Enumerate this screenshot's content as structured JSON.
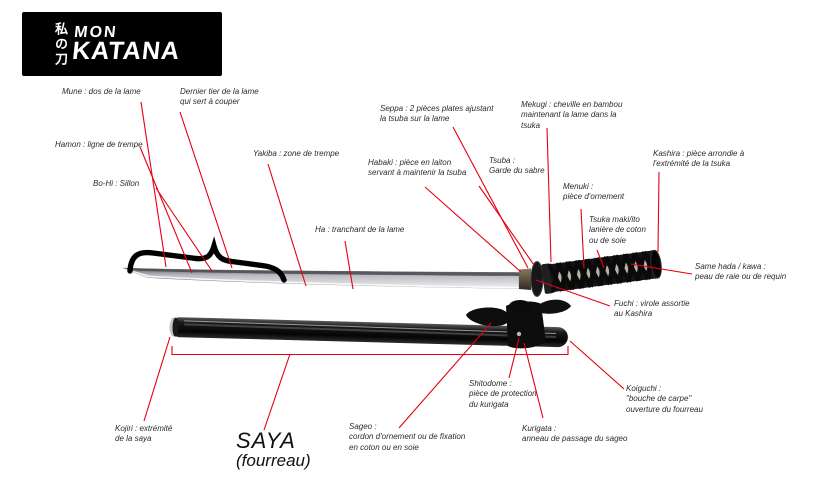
{
  "logo": {
    "kanji": "私の刀",
    "word1": "MON",
    "word2": "KATANA"
  },
  "colors": {
    "annotation_red": "#e60012",
    "logo_bg": "#000000",
    "blade_silver": "#c9c9cc"
  },
  "labels": {
    "mune": "Mune : dos de la lame",
    "dernier_tier": "Dernier tier de la lame\nqui sert à couper",
    "hamon": "Hamon : ligne de trempe",
    "bo_hi": "Bo-Hi : Sillon",
    "yakiba": "Yakiba : zone de trempe",
    "ha": "Ha : tranchant de la lame",
    "seppa": "Seppa : 2 pièces plates ajustant\nla tsuba sur la lame",
    "habaki": "Habaki : pièce en laiton\nservant à maintenir la tsuba",
    "tsuba": "Tsuba :\nGarde du sabre",
    "mekugi": "Mekugi : cheville en bambou\nmaintenant la lame dans la\ntsuka",
    "menuki": "Menuki :\npièce d'ornement",
    "tsuka_maki": "Tsuka maki/ito\nlanière de coton\nou de soie",
    "kashira": "Kashira : pièce arrondie à\nl'extrémité de la tsuka",
    "same_hada": "Same hada / kawa :\npeau de raie ou de requin",
    "fuchi": "Fuchi : virole assortie\nau Kashira",
    "kojiri": "Kojiri : extrémité\nde la saya",
    "sageo": "Sageo :\ncordon d'ornement ou de fixation\nen coton ou en soie",
    "shitodome": "Shitodome :\npièce de protection\ndu kurigata",
    "kurigata": "Kurigata :\nanneau de passage du sageo",
    "koiguchi": "Koiguchi :\n\"bouche de carpe\"\nouverture du fourreau"
  },
  "saya_caption": {
    "title": "SAYA",
    "subtitle": "(fourreau)"
  }
}
